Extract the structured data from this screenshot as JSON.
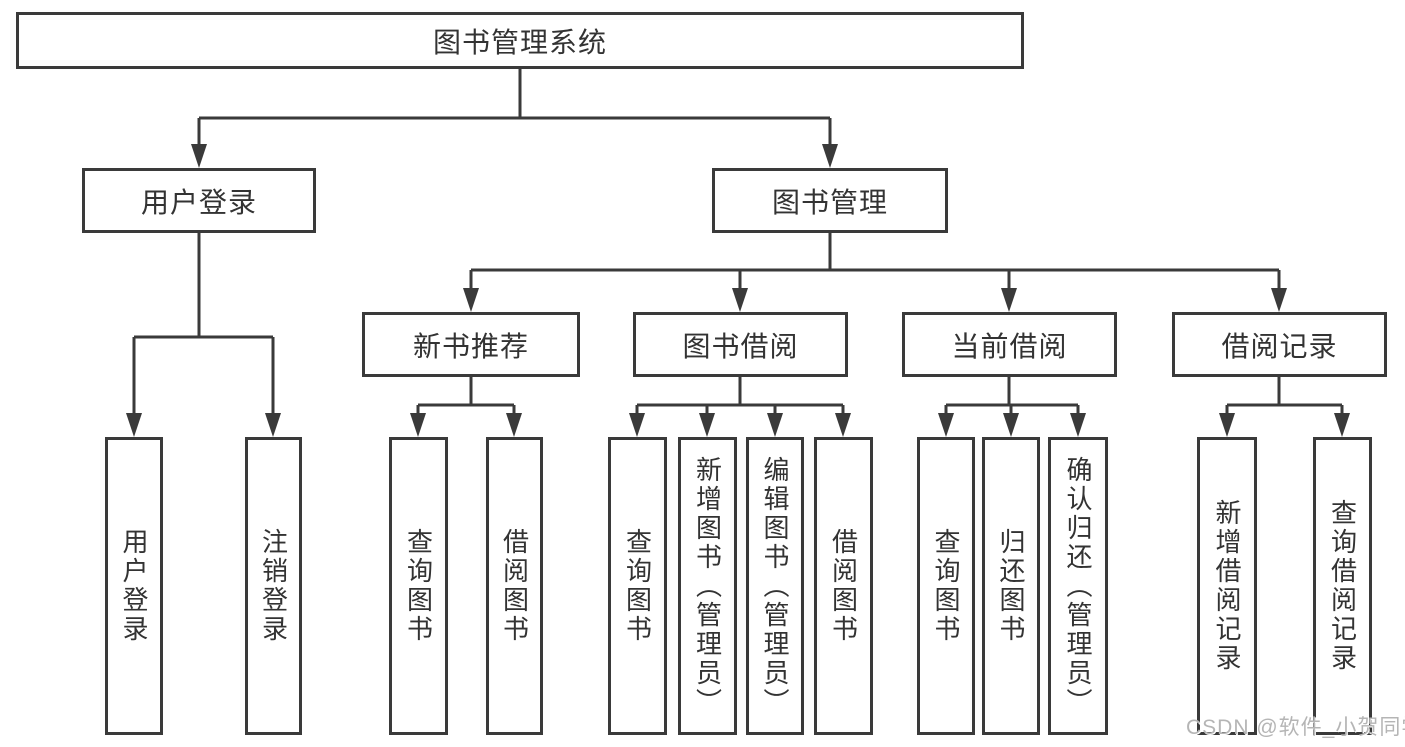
{
  "tree": {
    "root": {
      "label": "图书管理系统"
    },
    "branches": [
      {
        "label": "用户登录",
        "children": [
          {
            "label": "用户登录"
          },
          {
            "label": "注销登录"
          }
        ]
      },
      {
        "label": "图书管理",
        "children": [
          {
            "label": "新书推荐",
            "children": [
              {
                "label": "查询图书"
              },
              {
                "label": "借阅图书"
              }
            ]
          },
          {
            "label": "图书借阅",
            "children": [
              {
                "label": "查询图书"
              },
              {
                "label": "新增图书（管理员）"
              },
              {
                "label": "编辑图书（管理员）"
              },
              {
                "label": "借阅图书"
              }
            ]
          },
          {
            "label": "当前借阅",
            "children": [
              {
                "label": "查询图书"
              },
              {
                "label": "归还图书"
              },
              {
                "label": "确认归还（管理员）"
              }
            ]
          },
          {
            "label": "借阅记录",
            "children": [
              {
                "label": "新增借阅记录"
              },
              {
                "label": "查询借阅记录"
              }
            ]
          }
        ]
      }
    ]
  },
  "watermark": "CSDN @软件_小贺同学",
  "colors": {
    "line": "#3a3a3a",
    "text": "#333333",
    "watermark": "#b5b5b5",
    "background": "#ffffff"
  }
}
